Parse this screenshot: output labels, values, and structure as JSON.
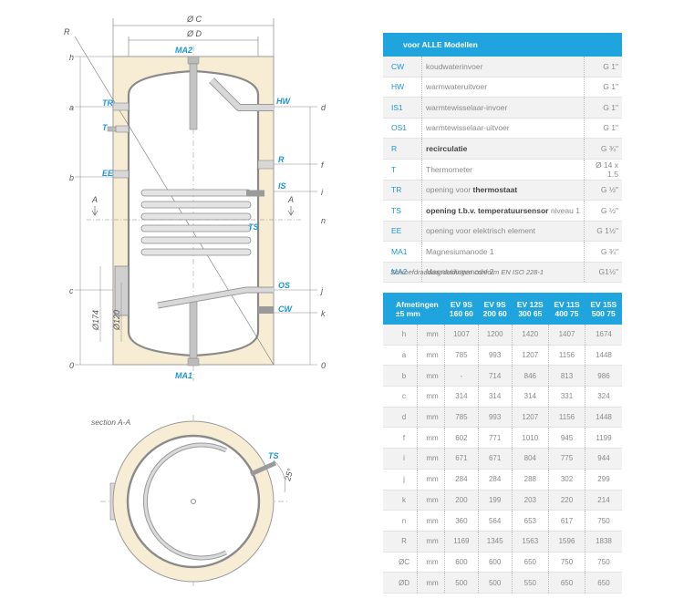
{
  "drawing": {
    "labels": {
      "oc": "Ø C",
      "od": "Ø D",
      "r": "R",
      "ma2": "MA2",
      "ma1": "MA1",
      "h": "h",
      "a": "a",
      "b": "b",
      "c": "c",
      "zero_left": "0",
      "tr": "TR",
      "t": "T",
      "ee": "EE",
      "a_left": "A",
      "a_right": "A",
      "hw": "HW",
      "r_right": "R",
      "is": "IS",
      "ts": "TS",
      "os": "OS",
      "cw": "CW",
      "d": "d",
      "f": "f",
      "i": "i",
      "n": "n",
      "j": "j",
      "k": "k",
      "zero_right": "0",
      "dia174": "Ø174",
      "dia120": "Ø120",
      "section": "section A-A",
      "ts_section": "TS",
      "angle": "25°"
    }
  },
  "connections": {
    "header": "voor ALLE Modellen",
    "rows": [
      {
        "code": "CW",
        "desc": "koudwaterinvoer",
        "bold": "",
        "rest": "",
        "thread": "G 1\""
      },
      {
        "code": "HW",
        "desc": "warmwateruitvoer",
        "bold": "",
        "rest": "",
        "thread": "G 1\""
      },
      {
        "code": "IS1",
        "desc": "warmtewisselaar-invoer",
        "bold": "",
        "rest": "",
        "thread": "G 1\""
      },
      {
        "code": "OS1",
        "desc": "warmtewisselaar-uitvoer",
        "bold": "",
        "rest": "",
        "thread": "G 1\""
      },
      {
        "code": "R",
        "desc": "",
        "bold": "recirculatie",
        "rest": "",
        "thread": "G ¾\""
      },
      {
        "code": "T",
        "desc": "Thermometer",
        "bold": "",
        "rest": "",
        "thread": "Ø 14 x 1.5"
      },
      {
        "code": "TR",
        "desc": "opening voor ",
        "bold": "thermostaat",
        "rest": "",
        "thread": "G ½\""
      },
      {
        "code": "TS",
        "desc": "",
        "bold": "opening t.b.v. temperatuursensor",
        "rest": " niveau 1",
        "thread": "G ½\""
      },
      {
        "code": "EE",
        "desc": "opening voor elektrisch element",
        "bold": "",
        "rest": "",
        "thread": "G 1½\""
      },
      {
        "code": "MA1",
        "desc": "Magnesiumanode 1",
        "bold": "",
        "rest": "",
        "thread": "G ¾\""
      },
      {
        "code": "MA2",
        "desc": "Magnesiumanode 2",
        "bold": "",
        "rest": "",
        "thread": "G1½\""
      }
    ],
    "note": "Schroefdraadaanduidingen conform EN ISO 228-1"
  },
  "dimensions": {
    "header": {
      "title": "Afmetingen\n±5 mm",
      "models": [
        "EV 9S\n160 60",
        "EV 9S\n200 60",
        "EV 12S\n300 65",
        "EV 11S\n400 75",
        "EV 15S\n500 75"
      ]
    },
    "unit": "mm",
    "rows": [
      {
        "label": "h",
        "values": [
          "1007",
          "1200",
          "1420",
          "1407",
          "1674"
        ]
      },
      {
        "label": "a",
        "values": [
          "785",
          "993",
          "1207",
          "1156",
          "1448"
        ]
      },
      {
        "label": "b",
        "values": [
          "-",
          "714",
          "846",
          "813",
          "986"
        ]
      },
      {
        "label": "c",
        "values": [
          "314",
          "314",
          "314",
          "331",
          "324"
        ]
      },
      {
        "label": "d",
        "values": [
          "785",
          "993",
          "1207",
          "1156",
          "1448"
        ]
      },
      {
        "label": "f",
        "values": [
          "602",
          "771",
          "1010",
          "945",
          "1199"
        ]
      },
      {
        "label": "i",
        "values": [
          "671",
          "671",
          "804",
          "775",
          "944"
        ]
      },
      {
        "label": "j",
        "values": [
          "284",
          "284",
          "288",
          "302",
          "299"
        ]
      },
      {
        "label": "k",
        "values": [
          "200",
          "199",
          "203",
          "220",
          "214"
        ]
      },
      {
        "label": "n",
        "values": [
          "360",
          "564",
          "653",
          "617",
          "750"
        ]
      },
      {
        "label": "R",
        "values": [
          "1169",
          "1345",
          "1563",
          "1596",
          "1838"
        ]
      },
      {
        "label": "ØC",
        "values": [
          "600",
          "600",
          "650",
          "750",
          "750"
        ]
      },
      {
        "label": "ØD",
        "values": [
          "500",
          "500",
          "550",
          "650",
          "650"
        ]
      }
    ]
  }
}
